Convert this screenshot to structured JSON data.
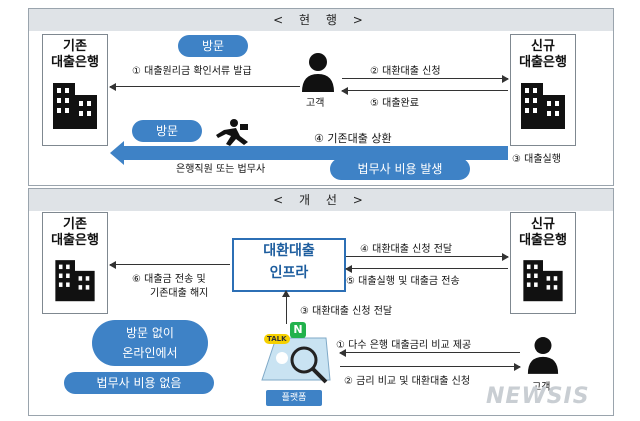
{
  "current": {
    "header": "< 현 행 >",
    "old_bank": "기존\n대출은행",
    "new_bank": "신규\n대출은행",
    "pill_visit_1": "방문",
    "pill_visit_2": "방문",
    "pill_fee": "법무사 비용 발생",
    "customer": "고객",
    "step1": "① 대출원리금 확인서류 발급",
    "step2": "② 대환대출 신청",
    "step5": "⑤ 대출완료",
    "step4": "④ 기존대출 상환",
    "step3": "③ 대출실행",
    "agent": "은행직원 또는 법무사"
  },
  "improved": {
    "header": "< 개 선 >",
    "old_bank": "기존\n대출은행",
    "new_bank": "신규\n대출은행",
    "infra_line1": "대환대출",
    "infra_line2": "인프라",
    "step4": "④ 대환대출 신청 전달",
    "step5": "⑤ 대출실행 및 대출금 전송",
    "step6_line1": "⑥ 대출금 전송 및",
    "step6_line2": "기존대출 해지",
    "step3": "③ 대환대출 신청 전달",
    "step1": "① 다수 은행 대출금리 비교 제공",
    "step2": "② 금리 비교 및 대환대출 신청",
    "pill_online_1": "방문 없이",
    "pill_online_2": "온라인에서",
    "pill_nofee": "법무사 비용 없음",
    "platform": "플랫폼",
    "customer": "고객",
    "talk": "TALK",
    "naver": "N"
  },
  "watermark": "NEWSIS"
}
